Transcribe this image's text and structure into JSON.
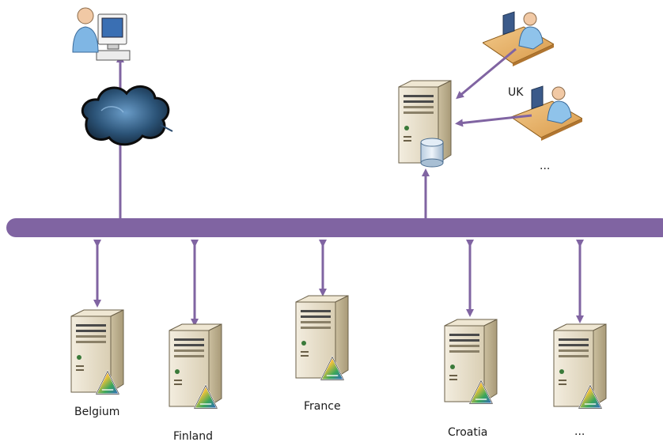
{
  "diagram": {
    "labels": {
      "belgium": "Belgium",
      "finland": "Finland",
      "france": "France",
      "croatia": "Croatia",
      "more_bottom": "...",
      "uk": "UK",
      "more_users": "..."
    },
    "colors": {
      "bus": "#8064a2",
      "arrow": "#8064a2",
      "cloud": "#2a4a6e",
      "server": "#e8dfc8"
    },
    "icons": {
      "remote_client": "desktop-user-icon",
      "network": "cloud-icon",
      "central_server": "database-server-icon",
      "national_servers": "server-chart-icon",
      "local_users": "workstation-user-icon"
    }
  }
}
